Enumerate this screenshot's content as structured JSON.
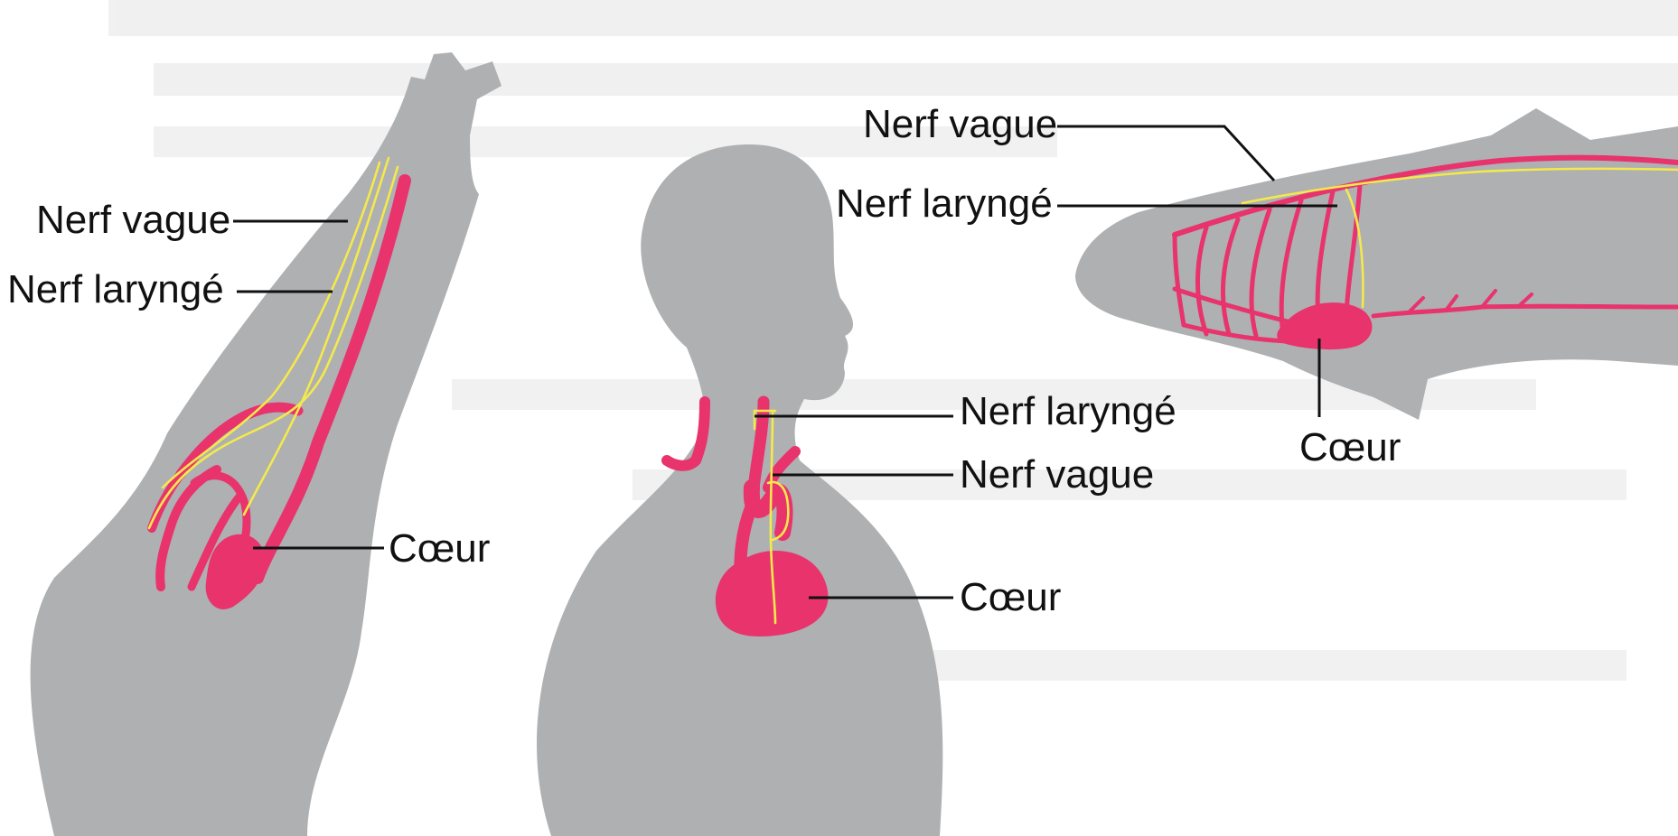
{
  "colors": {
    "background": "#ffffff",
    "silhouette": "#aeb0b2",
    "blood_vessels": "#e8336d",
    "nerves": "#f4e94c",
    "text": "#111111"
  },
  "giraffe": {
    "vagus_label": "Nerf vague",
    "laryngeal_label": "Nerf laryngé",
    "heart_label": "Cœur"
  },
  "human": {
    "laryngeal_label": "Nerf laryngé",
    "vagus_label": "Nerf vague",
    "heart_label": "Cœur"
  },
  "fish": {
    "vagus_label": "Nerf vague",
    "laryngeal_label": "Nerf laryngé",
    "heart_label": "Cœur"
  }
}
